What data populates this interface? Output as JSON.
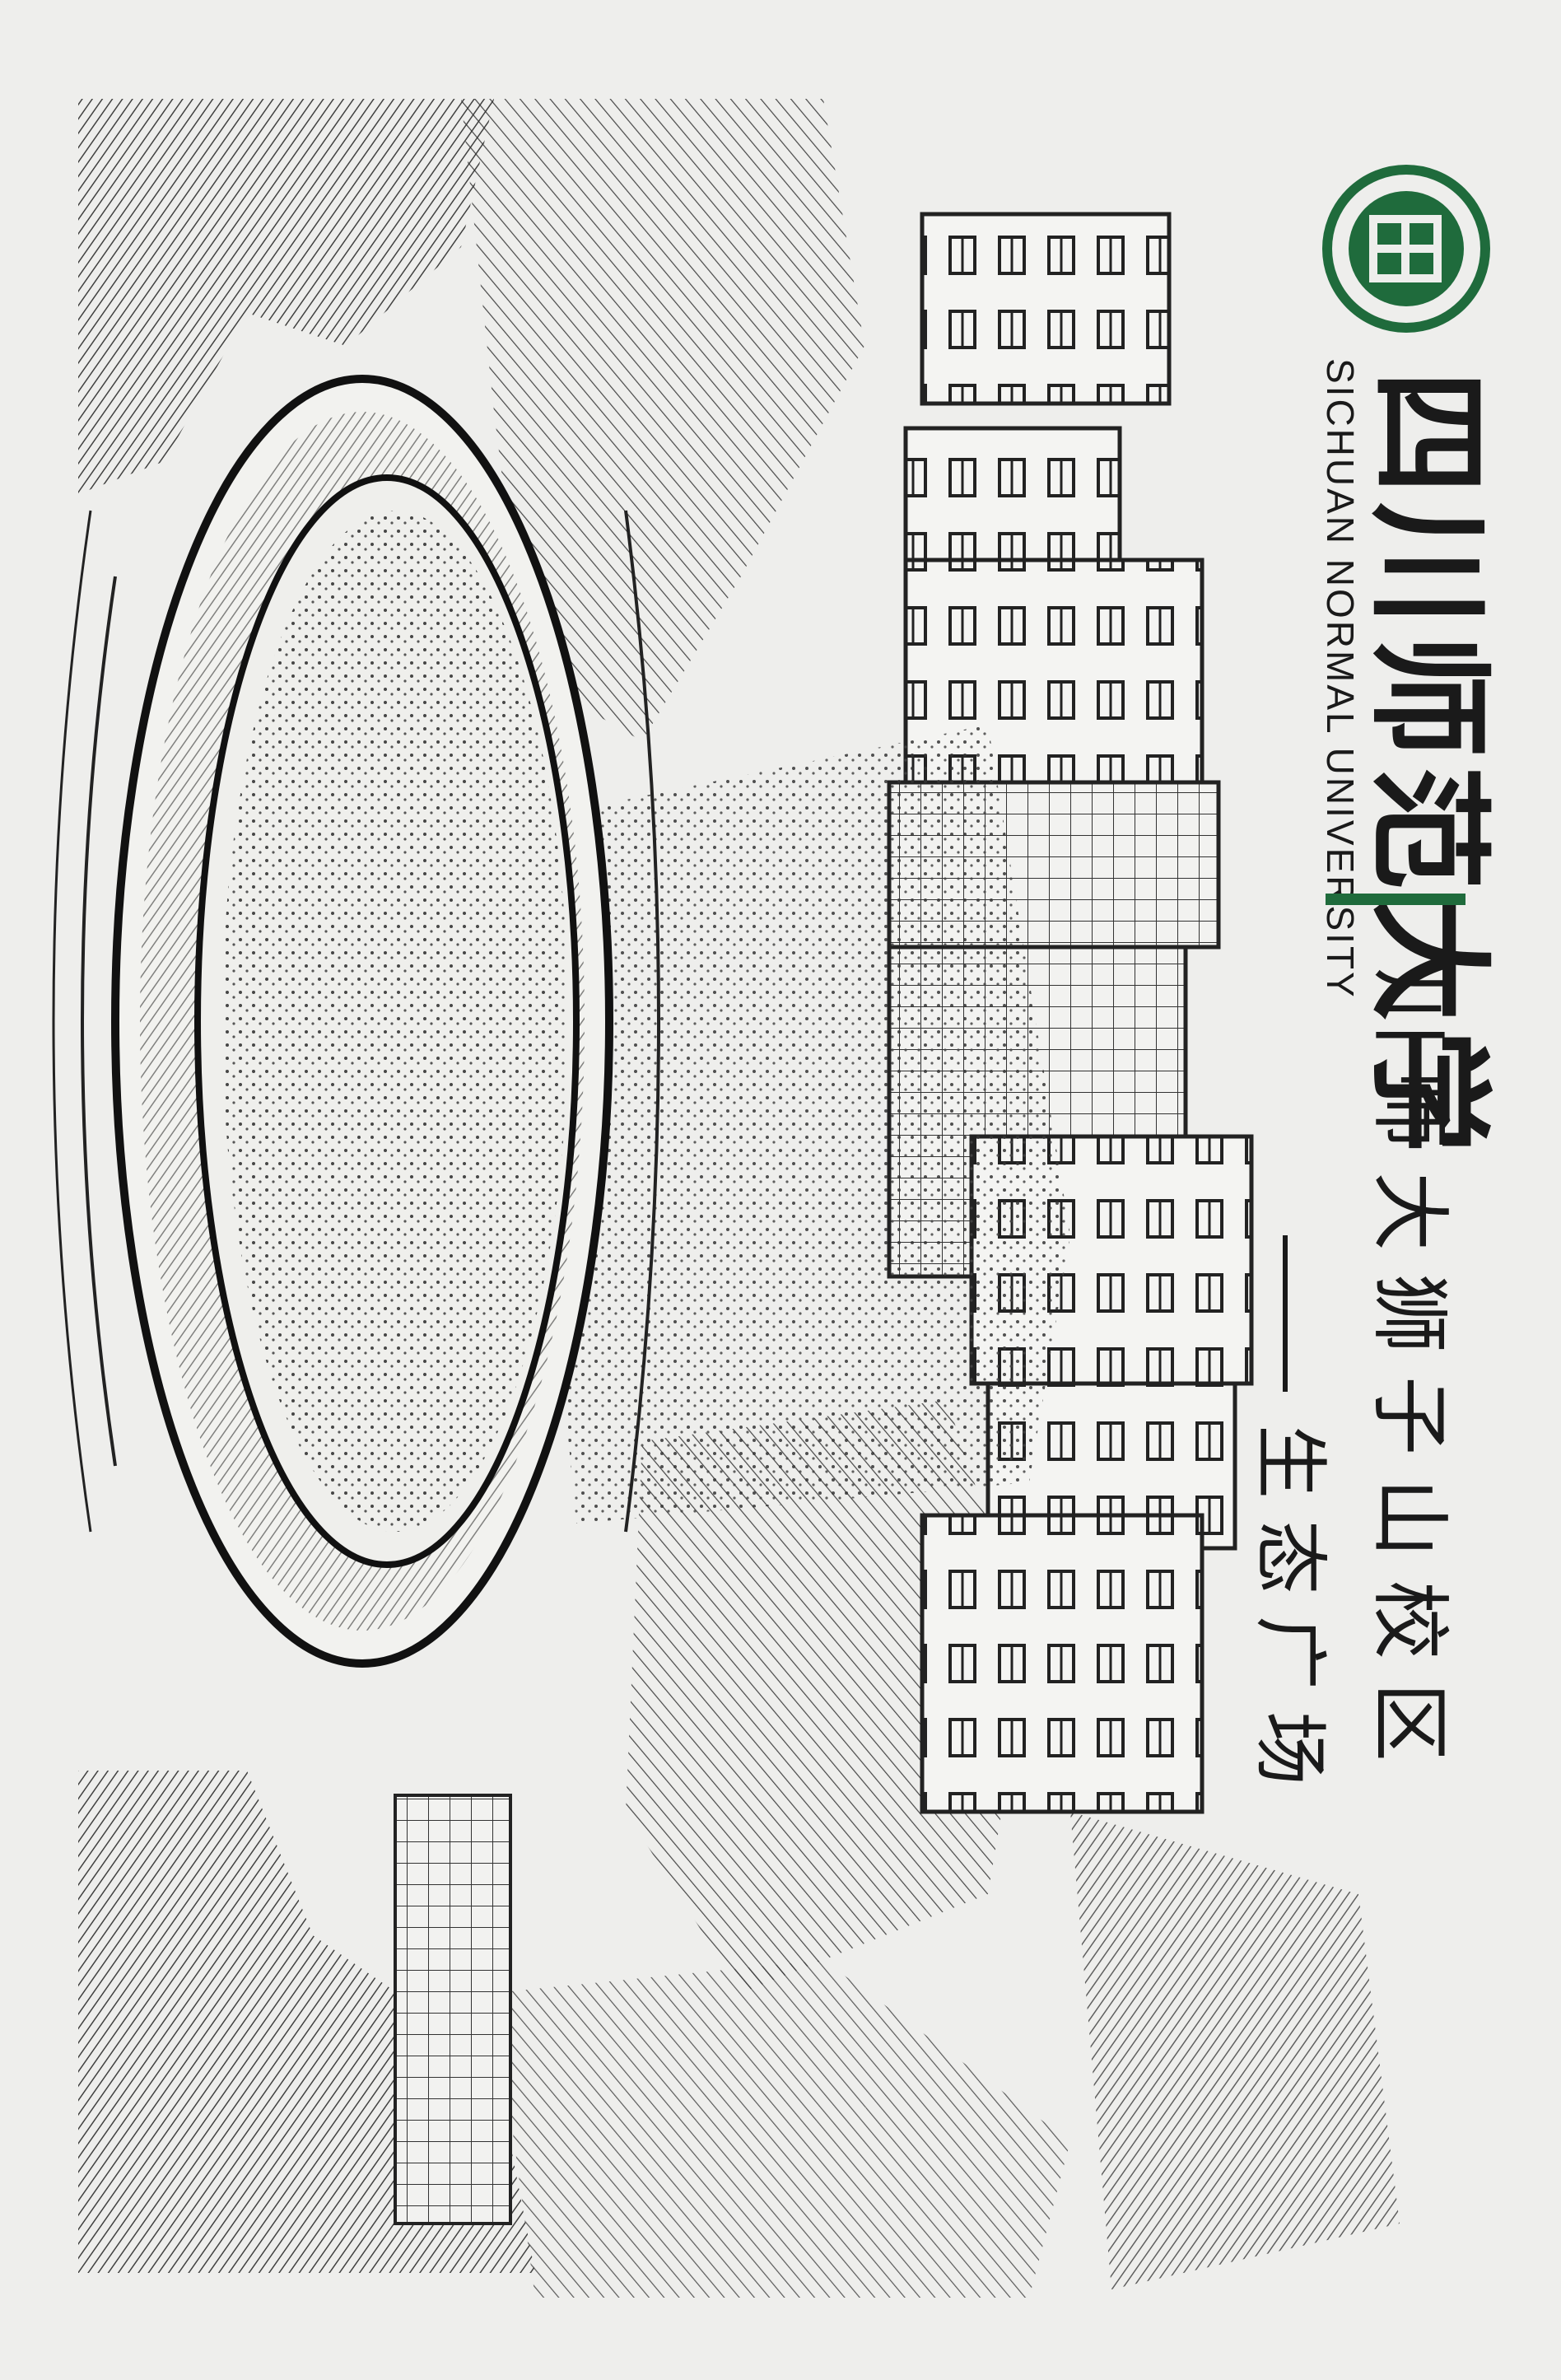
{
  "university": {
    "name_cn": "四川师范大学",
    "name_en": "SICHUAN NORMAL UNIVERSITY",
    "seal_icon": "university-seal-icon",
    "accent_color": "#1f6b3c"
  },
  "caption": {
    "campus": "川师大狮子山校区",
    "place": "生态广场"
  }
}
